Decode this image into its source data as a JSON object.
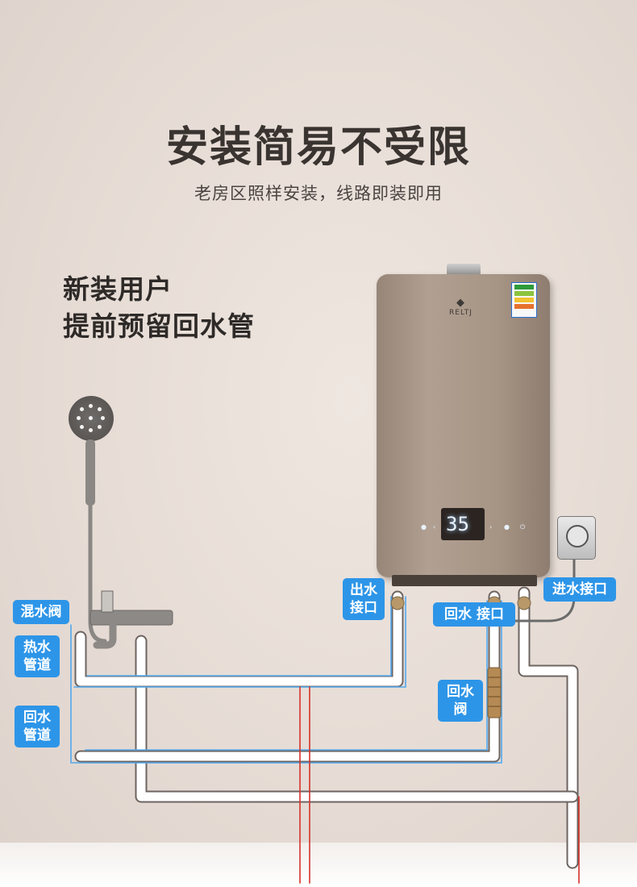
{
  "header": {
    "title": "安装简易不受限",
    "subtitle": "老房区照样安装，线路即装即用"
  },
  "side_text": {
    "line1": "新装用户",
    "line2": "提前预留回水管"
  },
  "heater": {
    "brand_logo": "RELTJ",
    "display_temp": "35",
    "body_color": "#a69484"
  },
  "labels": {
    "mixing_valve": "混水阀",
    "hot_pipe_1": "热水",
    "hot_pipe_2": "管道",
    "return_pipe_1": "回水",
    "return_pipe_2": "管道",
    "outlet_1": "出水",
    "outlet_2": "接口",
    "return_port": "回水 接口",
    "inlet": "进水接口",
    "return_valve_1": "回水",
    "return_valve_2": "阀"
  },
  "colors": {
    "label_bg": "#2d95e8",
    "pipe": "#ffffff",
    "pipe_outline": "#6d6461",
    "blue_line": "#52a8ee",
    "red_line": "#d5322a"
  },
  "icons": [
    "shower-head-icon",
    "mixing-valve-icon",
    "socket-icon",
    "power-icon",
    "water-heater-icon"
  ]
}
